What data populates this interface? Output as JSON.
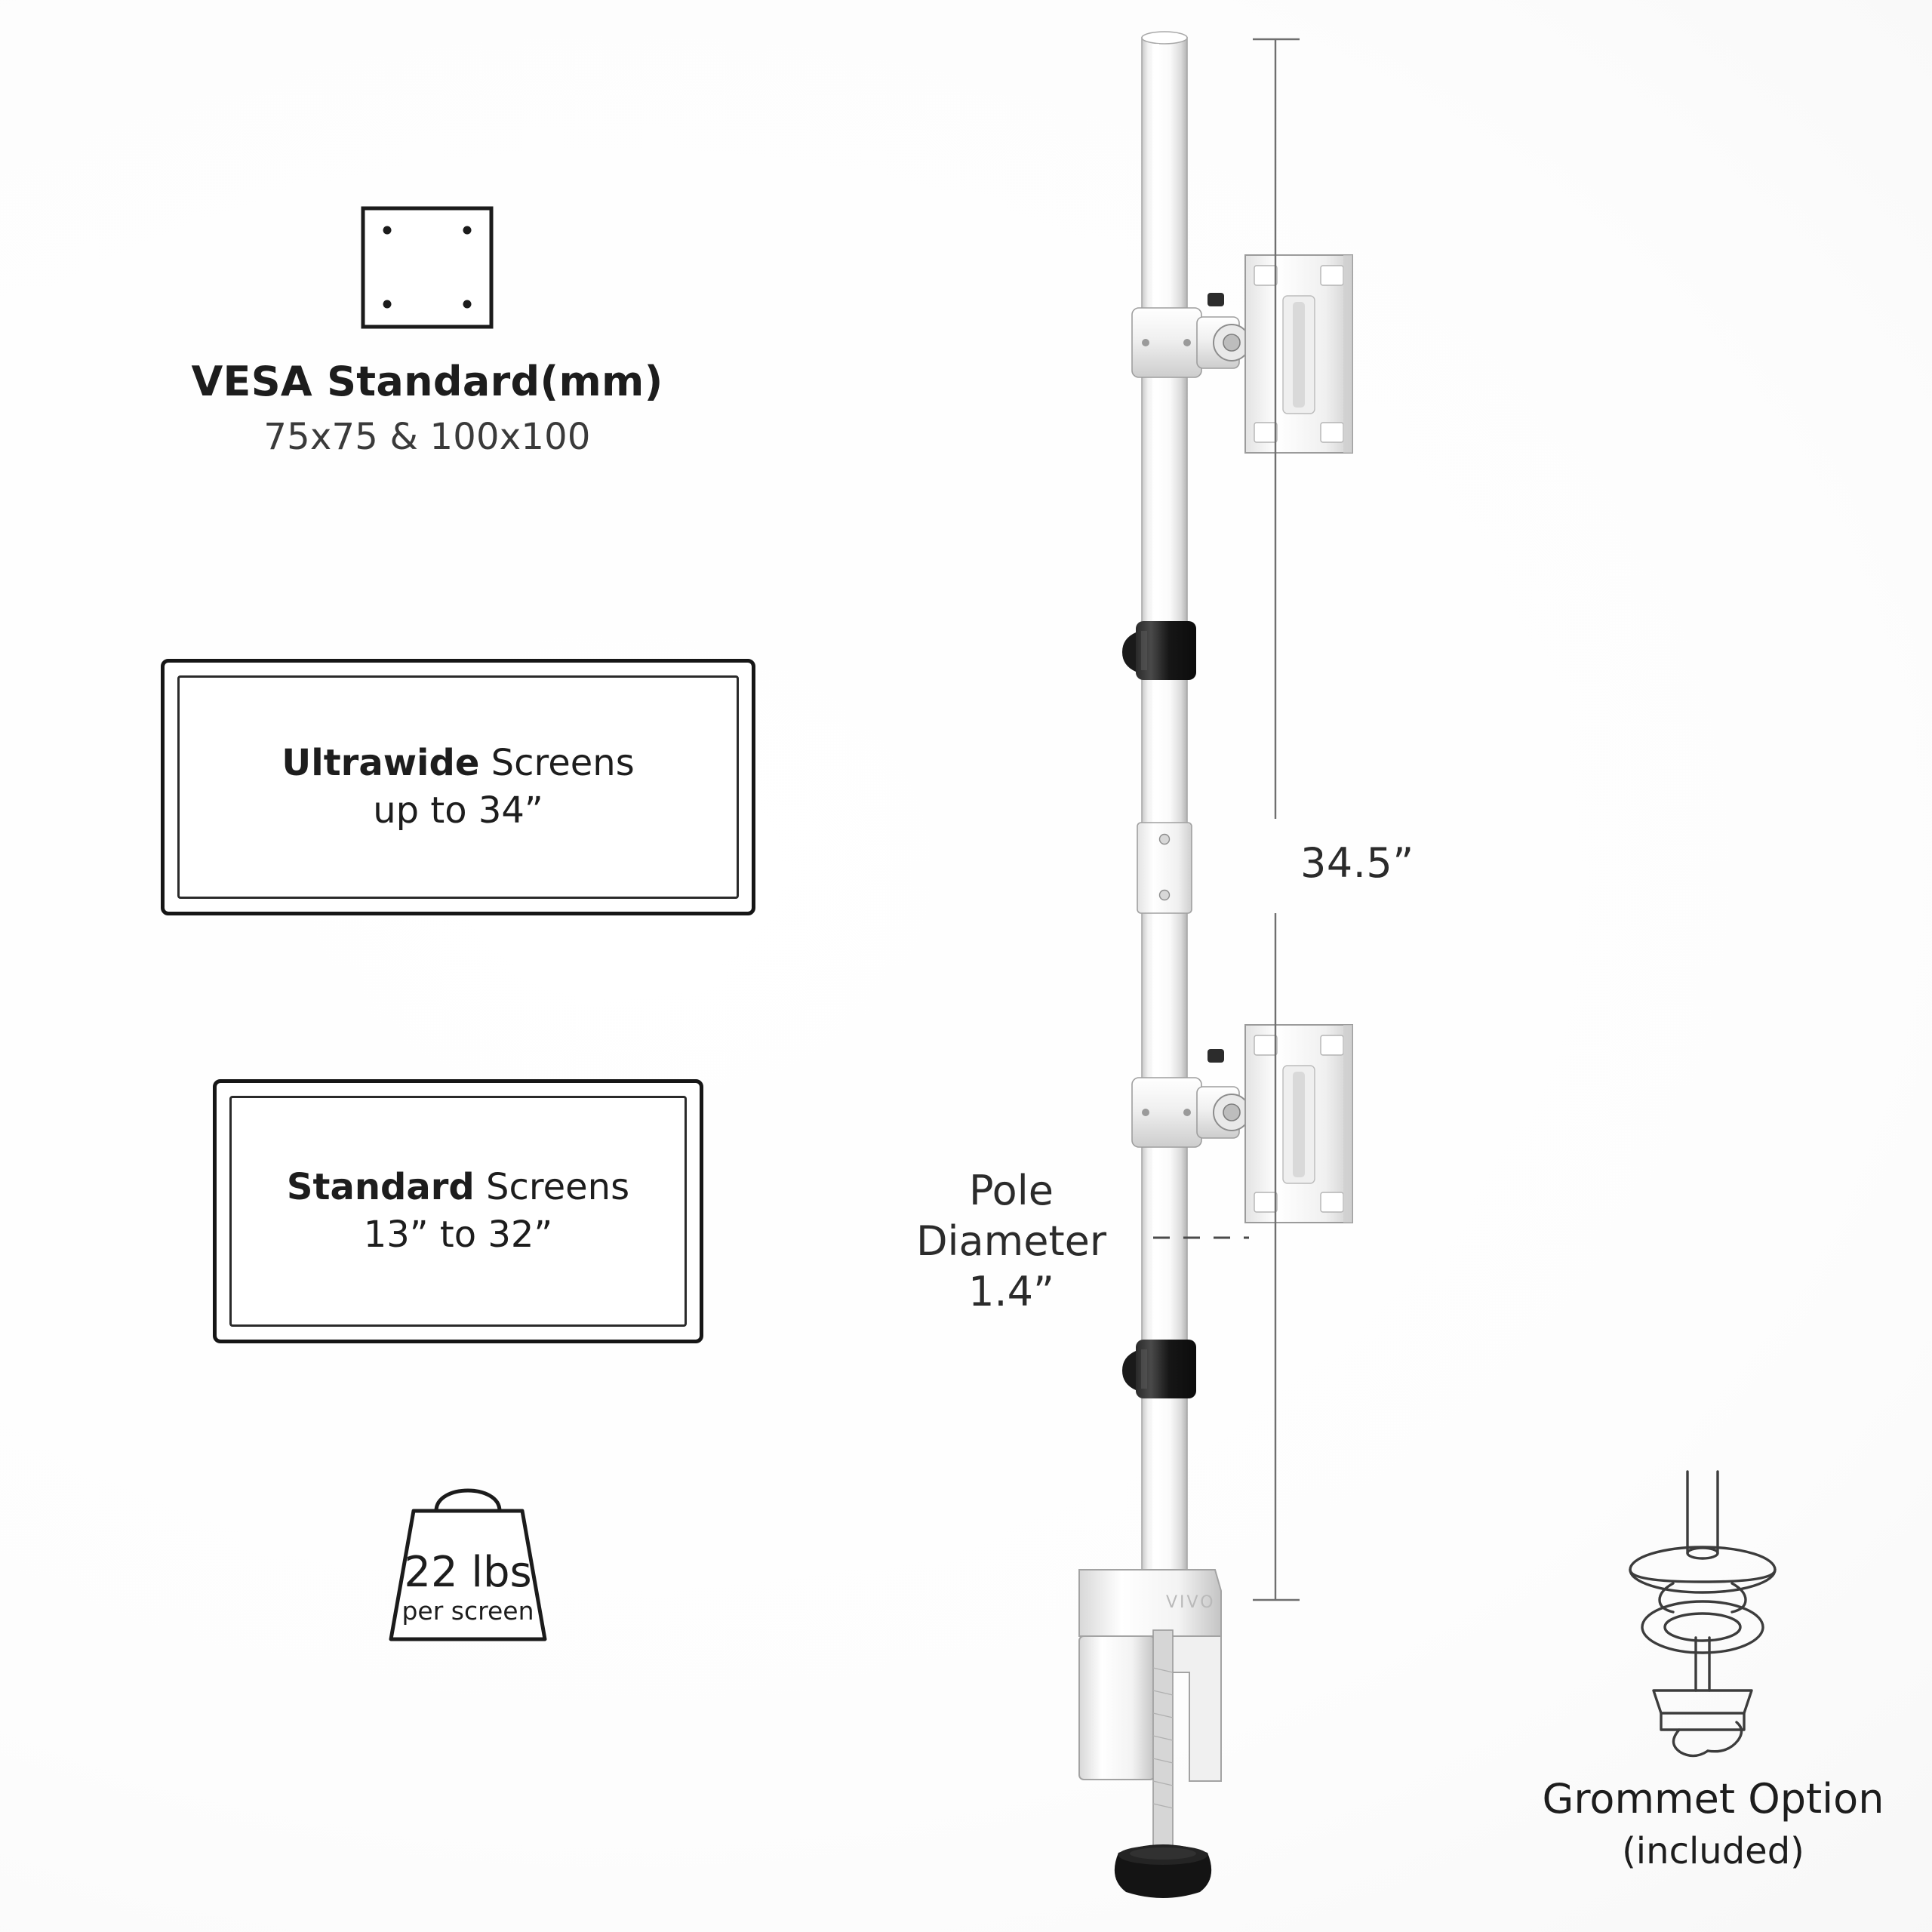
{
  "background": {
    "base_color": "#ffffff",
    "shade_color": "#ebebeb"
  },
  "vesa": {
    "icon": "vesa-plate-icon",
    "title": "VESA Standard(mm)",
    "sizes": "75x75 & 100x100"
  },
  "screen_badges": [
    {
      "id": "ultrawide",
      "line1_bold": "Ultrawide",
      "line1_rest": " Screens",
      "line2": "up to 34”"
    },
    {
      "id": "standard",
      "line1_bold": "Standard",
      "line1_rest": " Screens",
      "line2": "13” to 32”"
    }
  ],
  "weight": {
    "icon": "weight-bag-icon",
    "value": "22 lbs",
    "note": "per screen"
  },
  "dimensions": {
    "height_label": "34.5”",
    "pole_label_line1": "Pole",
    "pole_label_line2": "Diameter",
    "pole_label_line3": "1.4”"
  },
  "grommet": {
    "icon": "grommet-mount-icon",
    "title": "Grommet Option",
    "subtitle": "(included)"
  },
  "product": {
    "name": "dual-monitor-vertical-pole-mount",
    "brand_mark": "VIVO",
    "colors": {
      "pole_white": "#fbfbfb",
      "pole_shadow": "#d2d2d2",
      "pole_outline": "#9a9a9a",
      "collar_black": "#1b1b1b",
      "bracket_white": "#f4f4f4"
    }
  }
}
